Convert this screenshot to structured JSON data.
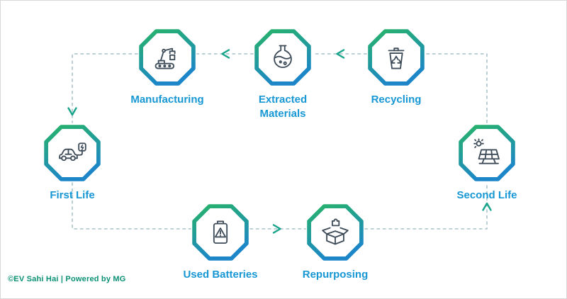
{
  "diagram": {
    "nodes": [
      {
        "id": "manufacturing",
        "label": "Manufacturing",
        "icon": "robot-arm-icon"
      },
      {
        "id": "extracted-materials",
        "label": "Extracted Materials",
        "icon": "flask-icon"
      },
      {
        "id": "recycling",
        "label": "Recycling",
        "icon": "recycle-bin-icon"
      },
      {
        "id": "first-life",
        "label": "First Life",
        "icon": "ev-car-charging-icon"
      },
      {
        "id": "second-life",
        "label": "Second Life",
        "icon": "solar-panel-icon"
      },
      {
        "id": "used-batteries",
        "label": "Used Batteries",
        "icon": "battery-warning-icon"
      },
      {
        "id": "repurposing",
        "label": "Repurposing",
        "icon": "box-puzzle-icon"
      }
    ],
    "flow": [
      {
        "from": "Recycling",
        "to": "Extracted Materials"
      },
      {
        "from": "Extracted Materials",
        "to": "Manufacturing"
      },
      {
        "from": "Manufacturing",
        "to": "First Life"
      },
      {
        "from": "First Life",
        "to": "Used Batteries"
      },
      {
        "from": "Used Batteries",
        "to": "Repurposing"
      },
      {
        "from": "Repurposing",
        "to": "Second Life"
      },
      {
        "from": "Second Life",
        "to": "Recycling"
      }
    ],
    "footer": "©EV Sahi Hai | Powered by MG",
    "colors": {
      "label_blue": "#1797d3",
      "footer_teal": "#0b9175",
      "icon_ink": "#3e4c59",
      "connector_gray": "#a9c2c8",
      "arrow_teal": "#17a48a",
      "octagon_gradient_start": "#27b36a",
      "octagon_gradient_end": "#1c86c8"
    }
  }
}
